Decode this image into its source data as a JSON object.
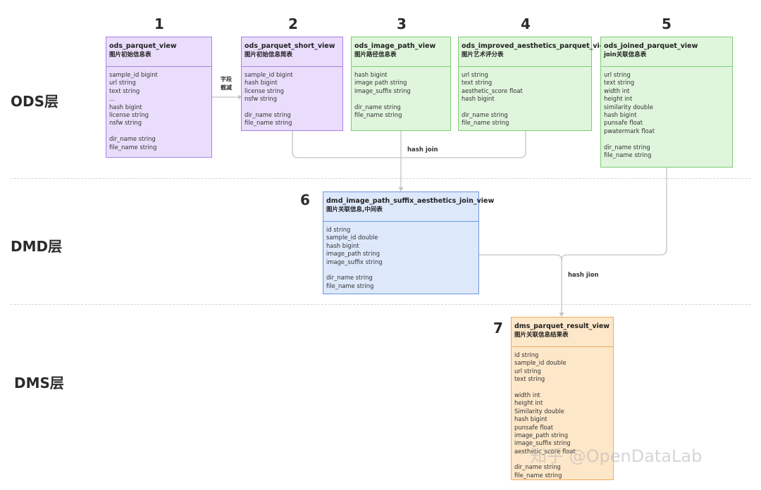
{
  "layers": [
    "ODS层",
    "DMD层",
    "DMS层"
  ],
  "connectors": {
    "side_label_line1": "字段",
    "side_label_line2": "截减",
    "hash_join": "hash join",
    "hash_jion": "hash jion"
  },
  "watermark": "知乎 @OpenDataLab",
  "colors": {
    "purple": "#e9ddfb",
    "green": "#dff5dc",
    "blue": "#dde8fb",
    "orange": "#fde7c9"
  },
  "tables": [
    {
      "num": "1",
      "name": "ods_parquet_view",
      "subtitle": "图片初始信息表",
      "fields": [
        "sample_id bigint",
        "url string",
        "text string",
        "...",
        "hash bigint",
        "license string",
        "nsfw string",
        "",
        "dir_name string",
        "file_name string"
      ]
    },
    {
      "num": "2",
      "name": "ods_parquet_short_view",
      "subtitle": "图片初始信息简表",
      "fields": [
        "sample_id bigint",
        "hash bigint",
        "license string",
        "nsfw string",
        "",
        "dir_name string",
        "file_name string"
      ]
    },
    {
      "num": "3",
      "name": "ods_image_path_view",
      "subtitle": "图片路径信息表",
      "fields": [
        "hash bigint",
        "image path string",
        "image_suffix string",
        "",
        "dir_name string",
        "file_name string"
      ]
    },
    {
      "num": "4",
      "name": "ods_improved_aesthetics_parquet_view",
      "subtitle": "图片艺术评分表",
      "fields": [
        "url string",
        "text string",
        "aesthetic_score float",
        "hash bigint",
        "",
        "dir_name string",
        "file_name string"
      ]
    },
    {
      "num": "5",
      "name": "ods_joined_parquet_view",
      "subtitle": "join关联信息表",
      "fields": [
        "url string",
        "text string",
        "width int",
        "height int",
        "similarity double",
        "hash bigint",
        "punsafe float",
        "pwatermark float",
        "",
        "dir_name string",
        "file_name string"
      ]
    },
    {
      "num": "6",
      "name": "dmd_image_path_suffix_aesthetics_join_view",
      "subtitle": "图片关联信息,中间表",
      "fields": [
        "id string",
        "sample_id double",
        "hash bigint",
        "image_path string",
        "image_suffix string",
        "",
        "dir_name string",
        "file_name string"
      ]
    },
    {
      "num": "7",
      "name": "dms_parquet_result_view",
      "subtitle": "图片关联信息结果表",
      "fields": [
        "id string",
        "sample_id double",
        "url string",
        "text string",
        "",
        "width int",
        "height int",
        "Similarity double",
        "hash bigint",
        "punsafe float",
        "image_path string",
        "image_suffix string",
        "aesthetic_score float",
        "",
        "dir_name string",
        "file_name string"
      ]
    }
  ]
}
